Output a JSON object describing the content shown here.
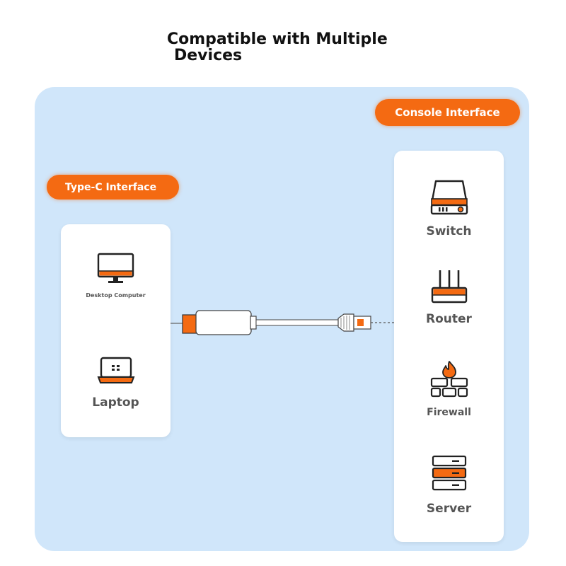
{
  "title": {
    "line1": "Compatible with Multiple",
    "line2": "Devices"
  },
  "labels": {
    "console_interface": "Console Interface",
    "typec_interface": "Type-C Interface"
  },
  "left_devices": [
    {
      "label": "Desktop Computer",
      "icon": "desktop-computer-icon"
    },
    {
      "label": "Laptop",
      "icon": "laptop-icon"
    }
  ],
  "right_devices": [
    {
      "label": "Switch",
      "icon": "switch-icon"
    },
    {
      "label": "Router",
      "icon": "router-icon"
    },
    {
      "label": "Firewall",
      "icon": "firewall-icon"
    },
    {
      "label": "Server",
      "icon": "server-icon"
    }
  ],
  "colors": {
    "accent": "#f46a12",
    "panel": "#d0e6fa",
    "card": "#ffffff",
    "text": "#555555"
  }
}
